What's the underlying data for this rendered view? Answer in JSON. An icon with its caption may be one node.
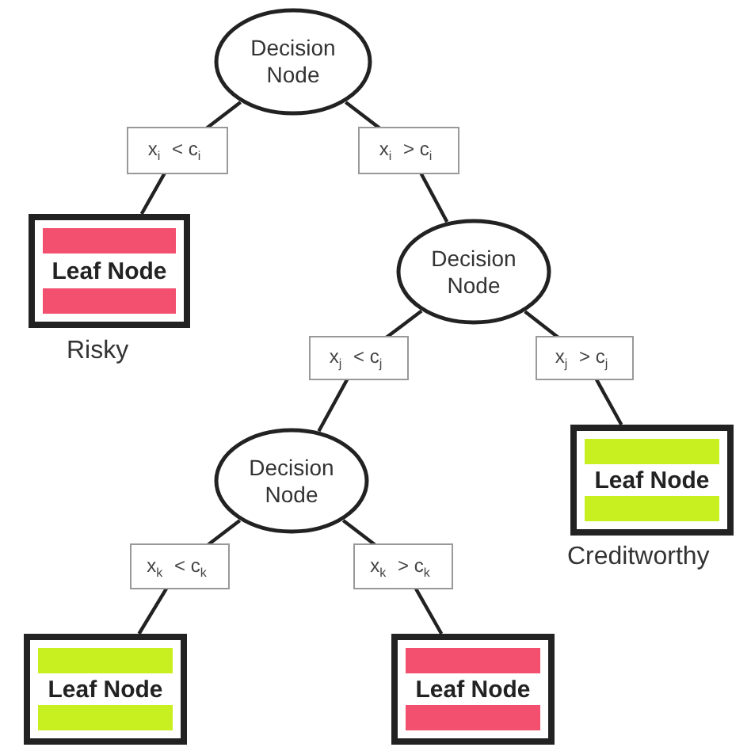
{
  "diagram": {
    "nodes": [
      {
        "text": [
          "Decision Node"
        ]
      },
      {
        "text": [
          "Leaf Node"
        ],
        "beside": [
          "Risky"
        ]
      },
      {
        "text": [
          "Decision Node"
        ]
      },
      {
        "text": [
          "Decision Node"
        ]
      },
      {
        "text": [
          "Leaf Node"
        ],
        "beside": [
          "Creditworthy"
        ]
      },
      {
        "text": [
          "Leaf Node"
        ]
      },
      {
        "text": [
          "Leaf Node"
        ]
      }
    ],
    "edges": [
      {
        "from": 0,
        "to": 1,
        "arrow": "none",
        "label": "x$_{i}$ < c$_{i}$"
      },
      {
        "from": 0,
        "to": 2,
        "arrow": "none",
        "label": "x$_{i}$ > c$_{i}$"
      },
      {
        "from": 2,
        "to": 3,
        "arrow": "none",
        "label": "x$_{j}$ < c$_{j}$"
      },
      {
        "from": 2,
        "to": 4,
        "arrow": "none",
        "label": "x$_{j}$ > c$_{j}$"
      },
      {
        "from": 3,
        "to": 5,
        "arrow": "none",
        "label": "x$_{k}$ < c$_{k}$"
      },
      {
        "from": 3,
        "to": 6,
        "arrow": "none",
        "label": "x$_{k}$ > c$_{k}$"
      }
    ]
  }
}
